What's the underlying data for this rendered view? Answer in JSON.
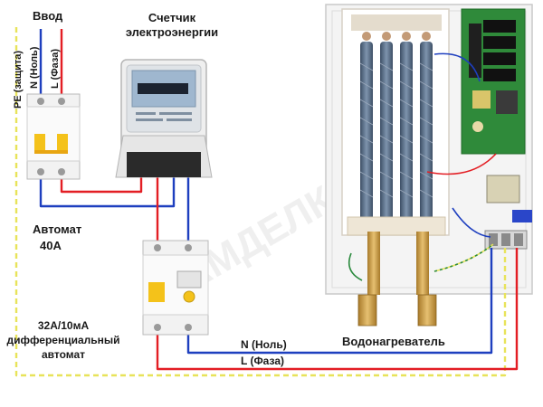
{
  "labels": {
    "vvod": "Ввод",
    "pe": "PE (защита)",
    "n_in": "N (Ноль)",
    "l_in": "L (Фаза)",
    "meter_line1": "Счетчик",
    "meter_line2": "электроэнергии",
    "breaker_line1": "Автомат",
    "breaker_line2": "40А",
    "rcbo_line1": "32А/10мА",
    "rcbo_line2": "дифференциальный",
    "rcbo_line3": "автомат",
    "n_out": "N (Ноль)",
    "l_out": "L (Фаза)",
    "heater": "Водонагреватель"
  },
  "watermark": "САМДЕЛКИН",
  "colors": {
    "phase": "#e31e24",
    "neutral": "#1e3fbf",
    "pe": "#e8e35a",
    "device": "#f2f2f2",
    "accent": "#f4c21a"
  }
}
